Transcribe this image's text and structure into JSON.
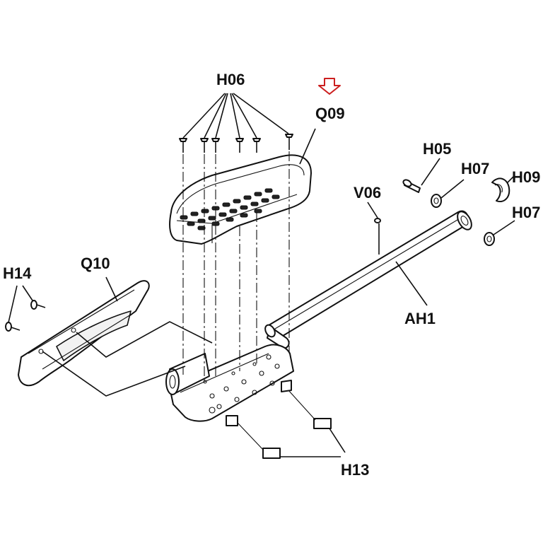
{
  "labels": {
    "h06": "H06",
    "q09": "Q09",
    "h05": "H05",
    "h07_top": "H07",
    "h09": "H09",
    "h07_bottom": "H07",
    "v06": "V06",
    "q10": "Q10",
    "h14": "H14",
    "ah1": "AH1",
    "h13": "H13"
  },
  "colors": {
    "ink": "#111111",
    "highlight_arrow": "#cc1f1f",
    "background": "#ffffff"
  },
  "icons": {
    "highlight": "down-arrow-icon"
  }
}
